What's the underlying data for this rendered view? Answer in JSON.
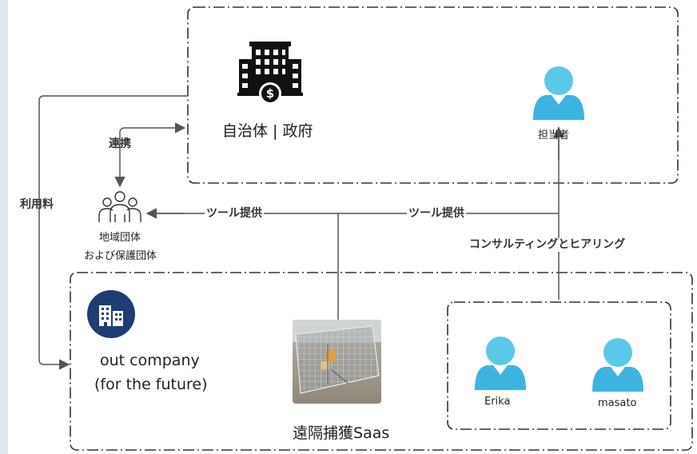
{
  "labels": {
    "government": "自治体 | 政府",
    "tantousha": "担当者",
    "renkei": "連携",
    "riyouryou": "利用料",
    "community_line1": "地域団体",
    "community_line2": "および保護団体",
    "tool_teikyou_left": "ツール提供",
    "tool_teikyou_right": "ツール提供",
    "consulting": "コンサルティングとヒアリング",
    "company_line1": "out company",
    "company_line2": "(for the future)",
    "product": "遠隔捕獲Saas",
    "person_erika": "Erika",
    "person_masato": "masato"
  },
  "icons": {
    "government": "government-building-dollar-icon",
    "person": "person-icon",
    "community": "group-people-icon",
    "company": "company-building-icon",
    "product_photo": "cage-trap-photo"
  },
  "colors": {
    "person_head": "#5bc8ea",
    "person_body": "#3fb3e0",
    "company_circle": "#1f3c73",
    "line": "#555555",
    "border": "#333333"
  }
}
